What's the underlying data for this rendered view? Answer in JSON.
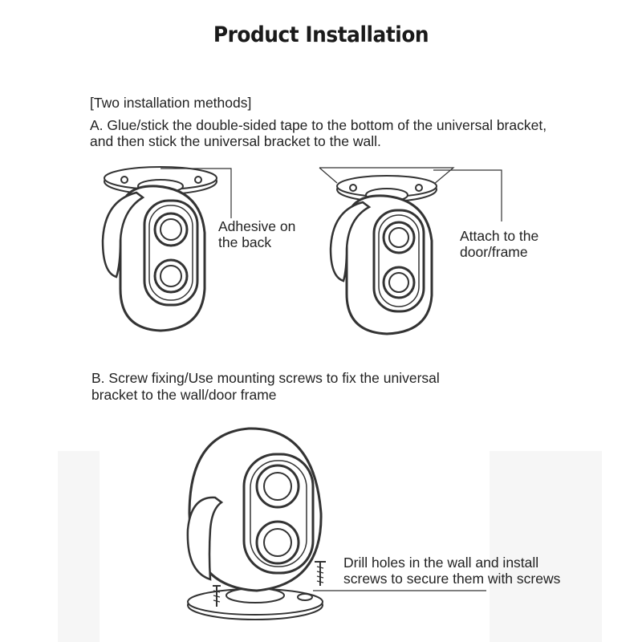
{
  "title": "Product Installation",
  "intro": {
    "methods": "[Two installation methods]",
    "method_a_line1": "A. Glue/stick the double-sided tape to the bottom of the universal bracket,",
    "method_a_line2": "and then stick the universal bracket to the wall."
  },
  "figure_a_left": {
    "callout_line1": "Adhesive on",
    "callout_line2": "the back"
  },
  "figure_a_right": {
    "callout_line1": "Attach to the",
    "callout_line2": "door/frame"
  },
  "method_b": {
    "line1": "B. Screw fixing/Use mounting screws to fix the universal",
    "line2": "bracket to the wall/door frame"
  },
  "figure_b": {
    "callout_line1": "Drill holes in the wall and install",
    "callout_line2": "screws to secure them with screws"
  }
}
